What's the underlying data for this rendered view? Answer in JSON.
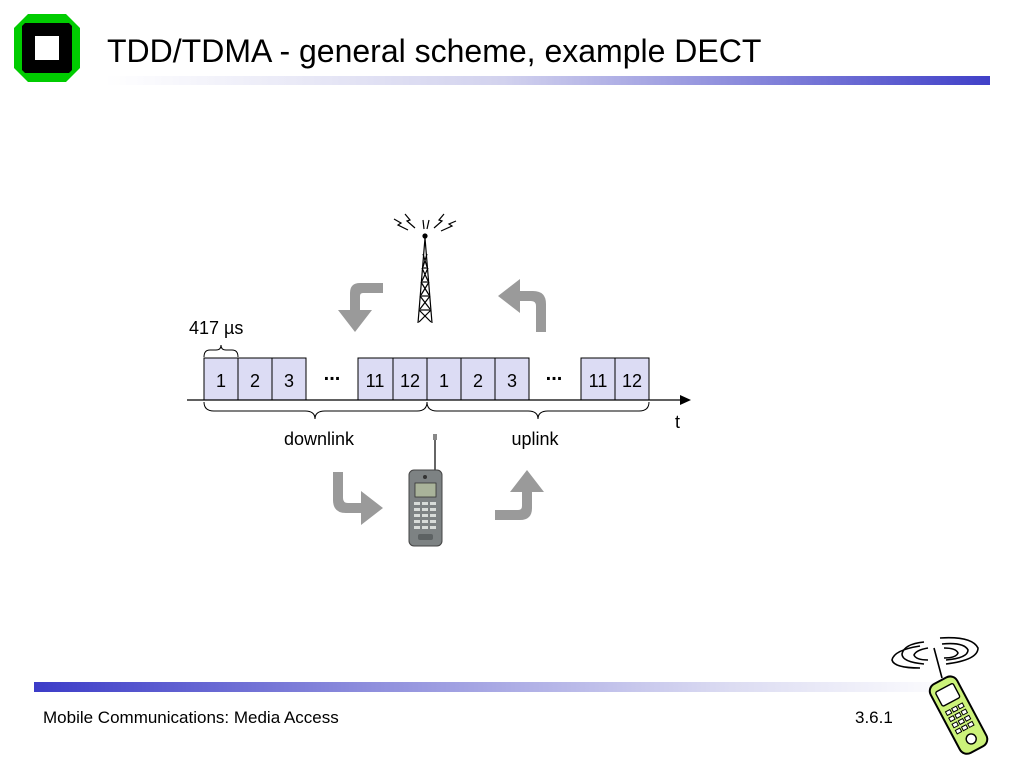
{
  "slide": {
    "title": "TDD/TDMA - general scheme, example DECT",
    "footer_left": "Mobile Communications: Media Access",
    "footer_right": "3.6.1"
  },
  "diagram": {
    "slot_duration_label": "417 µs",
    "downlink_slots": [
      "1",
      "2",
      "3",
      "11",
      "12"
    ],
    "uplink_slots": [
      "1",
      "2",
      "3",
      "11",
      "12"
    ],
    "ellipsis": "...",
    "downlink_label": "downlink",
    "uplink_label": "uplink",
    "time_axis_label": "t"
  },
  "colors": {
    "slot_fill": "#dcdcf4",
    "arrow_gray": "#9a9a9a",
    "logo_green": "#00cc00",
    "title_bar_accent": "#4040c8"
  },
  "icons": [
    "logo-icon",
    "antenna-tower-icon",
    "mobile-handset-icon",
    "curved-arrow-icon",
    "ringing-phone-icon"
  ]
}
